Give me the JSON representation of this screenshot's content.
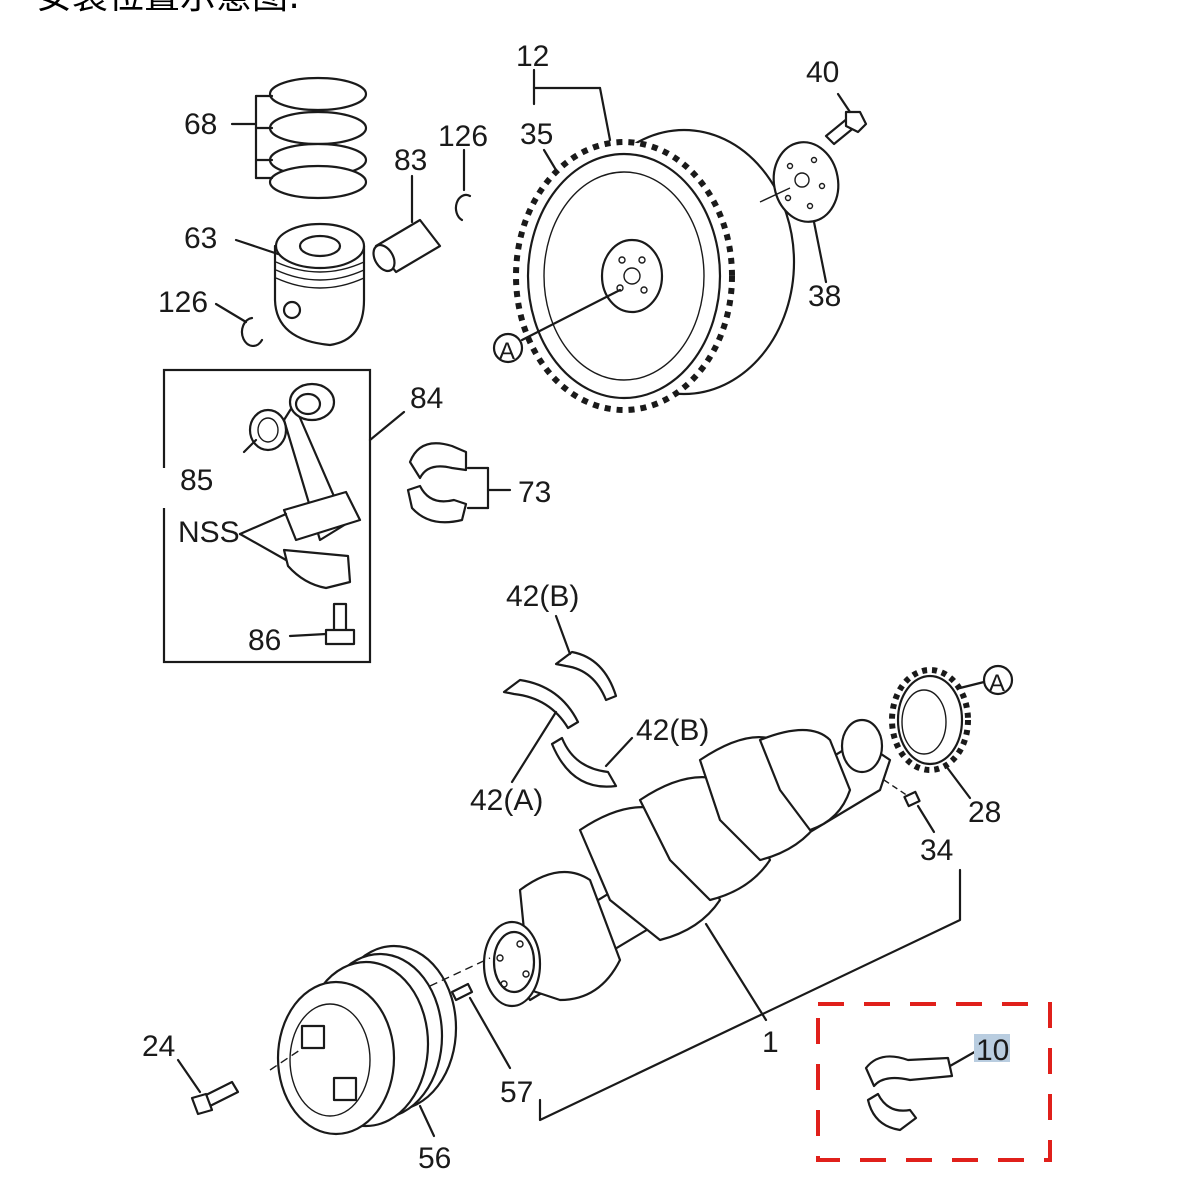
{
  "caption": "安装位置示意图:",
  "colors": {
    "highlight_frame": "#e0201b",
    "highlight_fill": "#b9cde0",
    "line": "#1a1a1a"
  },
  "callouts": {
    "c68": "68",
    "c63": "63",
    "c126a": "126",
    "c126b": "126",
    "c83": "83",
    "c12": "12",
    "c35": "35",
    "c40": "40",
    "c38": "38",
    "cA1": "A",
    "c84": "84",
    "c85": "85",
    "cNSS": "NSS",
    "c86": "86",
    "c73": "73",
    "c42b1": "42(B)",
    "c42b2": "42(B)",
    "c42a": "42(A)",
    "cA2": "A",
    "c28": "28",
    "c34": "34",
    "c1": "1",
    "c24": "24",
    "c57": "57",
    "c56": "56",
    "c10": "10"
  }
}
